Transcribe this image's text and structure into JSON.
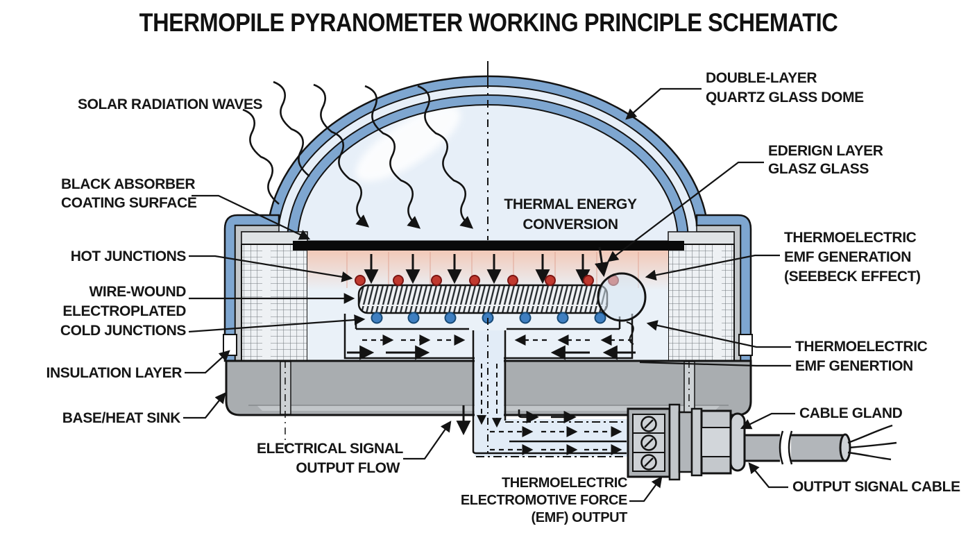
{
  "title": "THERMOPILE PYRANOMETER WORKING PRINCIPLE SCHEMATIC",
  "labels": {
    "solar_radiation_waves": [
      "SOLAR RADIATION WAVES"
    ],
    "black_absorber_coating": [
      "BLACK ABSORBER",
      "COATING SURFACE"
    ],
    "hot_junctions": [
      "HOT JUNCTIONS"
    ],
    "wire_wound_cold_junctions": [
      "WIRE-WOUND",
      "ELECTROPLATED",
      "COLD JUNCTIONS"
    ],
    "insulation_layer": [
      "INSULATION LAYER"
    ],
    "base_heat_sink": [
      "BASE/HEAT SINK"
    ],
    "double_layer_dome": [
      "DOUBLE-LAYER",
      "QUARTZ GLASS DOME"
    ],
    "inner_dome_layer": [
      "EDERIGN LAYER",
      "GLASZ GLASS"
    ],
    "thermal_energy_conversion": [
      "THERMAL ENERGY",
      "CONVERSION"
    ],
    "seebeck_effect": [
      "THERMOELECTRIC",
      "EMF GENERATION",
      "(SEEBECK EFFECT)"
    ],
    "emf_generation_lower": [
      "THERMOELECTRIC",
      "EMF GENERTION"
    ],
    "cable_gland": [
      "CABLE GLAND"
    ],
    "output_signal_cable": [
      "OUTPUT SIGNAL CABLE"
    ],
    "electrical_signal_output": [
      "ELECTRICAL SIGNAL",
      "OUTPUT FLOW"
    ],
    "emf_output": [
      "THERMOELECTRIC",
      "ELECTROMOTIVE FORCE",
      "(EMF) OUTPUT"
    ]
  },
  "colors": {
    "outline": "#131313",
    "dome_band_blue": "#7ea6d0",
    "dome_fill": "#e7eff8",
    "chamber_fill": "#eaf1f8",
    "heat_glow_pink": "#f2c9b8",
    "hot_junction_red": "#c0392f",
    "cold_junction_blue": "#3f7fc1",
    "metal_gray": "#b3b7ba",
    "base_gray": "#a9adb0",
    "insulation_bg": "#eef1f4"
  }
}
